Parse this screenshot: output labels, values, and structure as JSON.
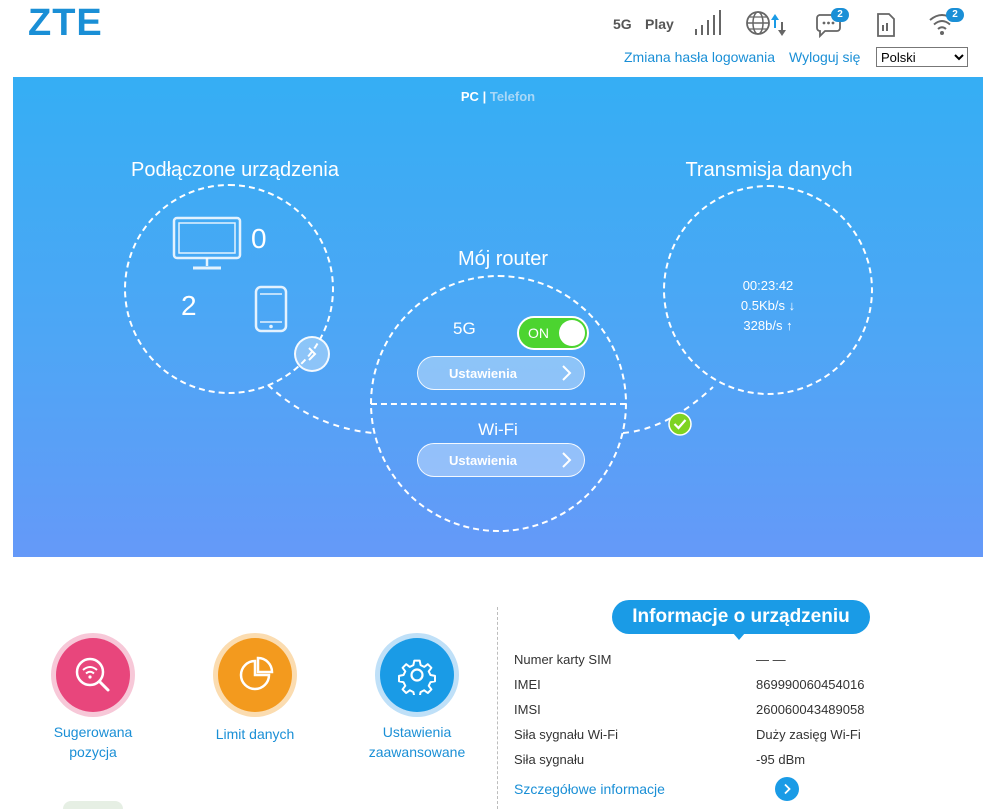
{
  "header": {
    "logo": "ZTE",
    "network_type": "5G",
    "operator": "Play",
    "messages_badge": "2",
    "wifi_badge": "2",
    "change_password_link": "Zmiana hasła logowania",
    "logout_link": "Wyloguj się",
    "language_selected": "Polski"
  },
  "hero": {
    "mode_pc": "PC",
    "mode_separator": "|",
    "mode_phone": "Telefon",
    "connected_devices_title": "Podłączone urządzenia",
    "pc_count": "0",
    "phone_count": "2",
    "router_title": "Mój router",
    "band_label": "5G",
    "switch_label": "ON",
    "settings_label_5g": "Ustawienia",
    "wifi_label": "Wi-Fi",
    "settings_label_wifi": "Ustawienia",
    "data_title": "Transmisja danych",
    "connection_time": "00:23:42",
    "download_speed": "0.5Kb/s ↓",
    "upload_speed": "328b/s ↑"
  },
  "features": [
    {
      "line1": "Sugerowana",
      "line2": "pozycja",
      "color": "#e8467c"
    },
    {
      "line1": "Limit danych",
      "line2": "",
      "color": "#f39a1e"
    },
    {
      "line1": "Ustawienia",
      "line2": "zaawansowane",
      "color": "#1a9be6"
    }
  ],
  "device_info": {
    "title": "Informacje o urządzeniu",
    "rows": [
      {
        "label": "Numer karty SIM",
        "value": "— —"
      },
      {
        "label": "IMEI",
        "value": "869990060454016"
      },
      {
        "label": "IMSI",
        "value": "260060043489058"
      },
      {
        "label": "Siła sygnału Wi-Fi",
        "value": "Duży zasięg Wi-Fi"
      },
      {
        "label": "Siła sygnału",
        "value": "-95 dBm"
      }
    ],
    "details_link": "Szczegółowe informacje"
  },
  "colors": {
    "accent": "#1a8fd6",
    "switch_on": "#4cd430",
    "connected_check": "#7ed321"
  }
}
